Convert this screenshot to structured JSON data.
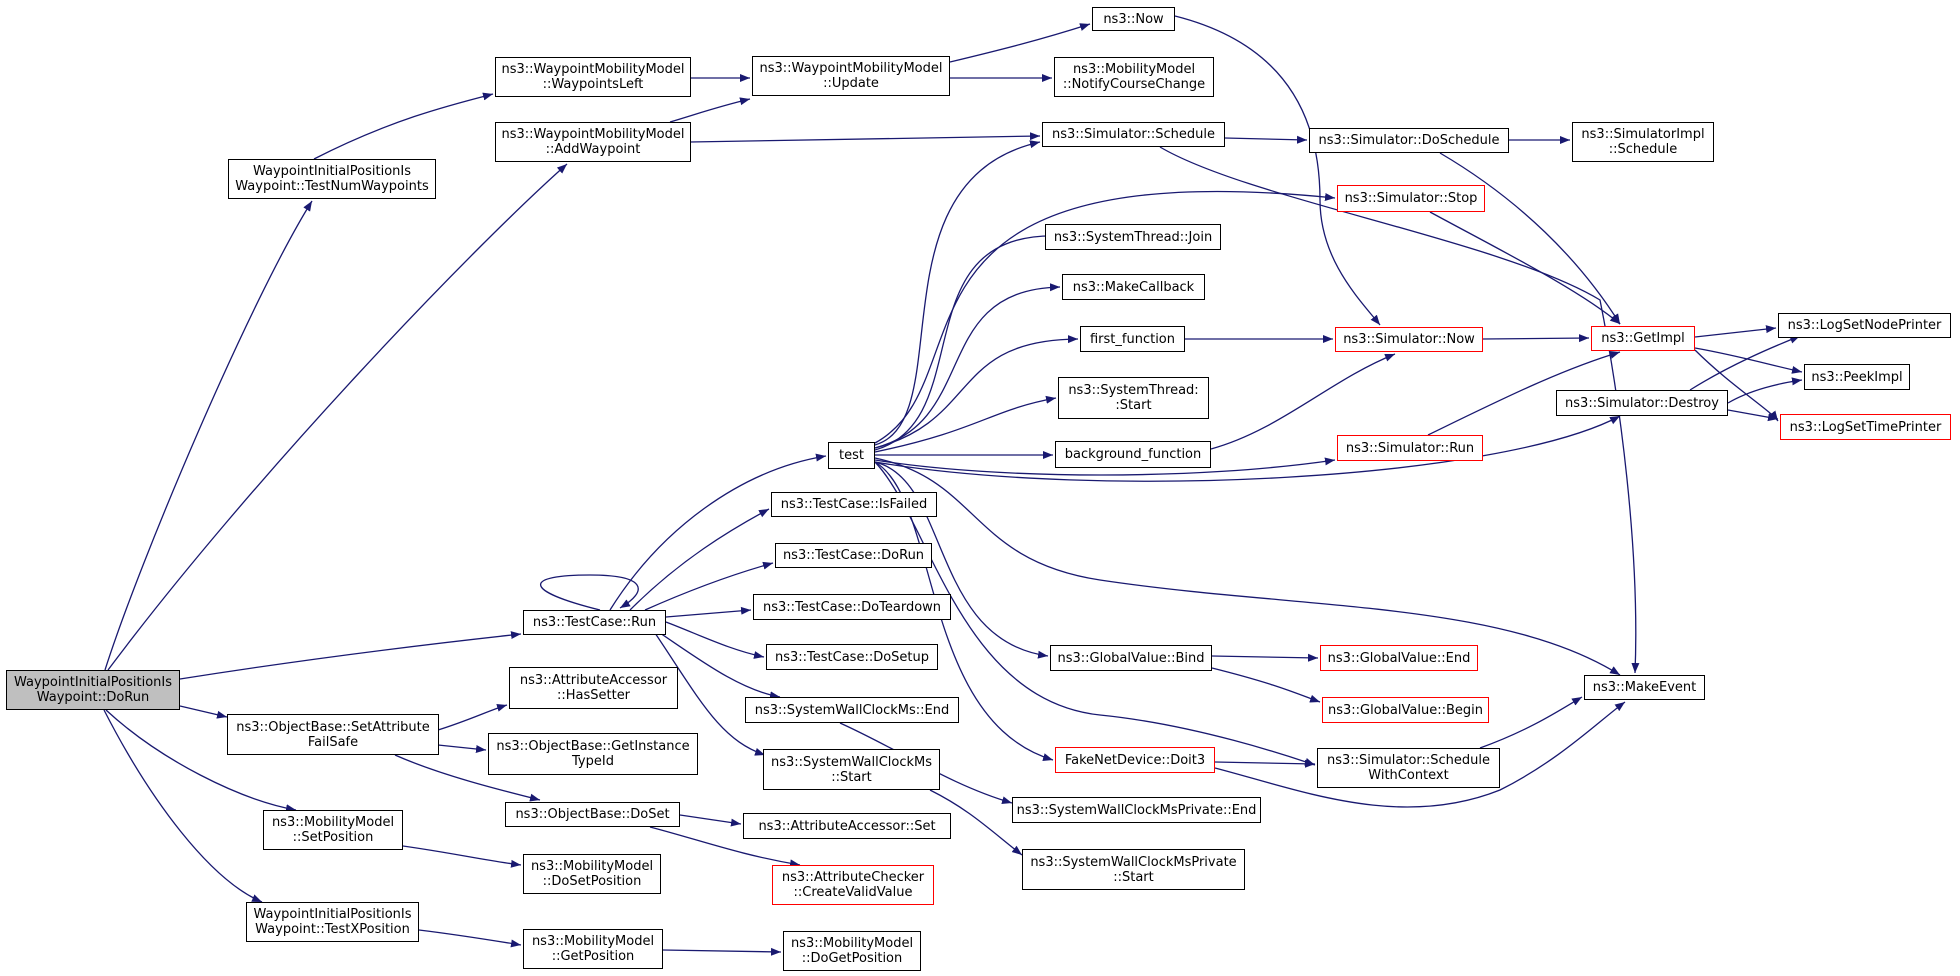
{
  "colors": {
    "edge": "#191970",
    "border": "#000000",
    "red_border": "#ff0000",
    "root_fill": "#bfbfbf"
  },
  "nodes": {
    "root": {
      "lines": [
        "WaypointInitialPositionIs",
        "Waypoint::DoRun"
      ]
    },
    "num_wp": {
      "lines": [
        "WaypointInitialPositionIs",
        "Waypoint::TestNumWaypoints"
      ]
    },
    "wp_left": {
      "lines": [
        "ns3::WaypointMobilityModel",
        "::WaypointsLeft"
      ]
    },
    "add_wp": {
      "lines": [
        "ns3::WaypointMobilityModel",
        "::AddWaypoint"
      ]
    },
    "update": {
      "lines": [
        "ns3::WaypointMobilityModel",
        "::Update"
      ]
    },
    "now": {
      "lines": [
        "ns3::Now"
      ]
    },
    "notify": {
      "lines": [
        "ns3::MobilityModel",
        "::NotifyCourseChange"
      ]
    },
    "schedule": {
      "lines": [
        "ns3::Simulator::Schedule"
      ]
    },
    "doschedule": {
      "lines": [
        "ns3::Simulator::DoSchedule"
      ]
    },
    "impl_sched": {
      "lines": [
        "ns3::SimulatorImpl",
        "::Schedule"
      ]
    },
    "stop": {
      "lines": [
        "ns3::Simulator::Stop"
      ]
    },
    "join": {
      "lines": [
        "ns3::SystemThread::Join"
      ]
    },
    "makecb": {
      "lines": [
        "ns3::MakeCallback"
      ]
    },
    "first": {
      "lines": [
        "first_function"
      ]
    },
    "simnow": {
      "lines": [
        "ns3::Simulator::Now"
      ]
    },
    "getimpl": {
      "lines": [
        "ns3::GetImpl"
      ]
    },
    "nodeprinter": {
      "lines": [
        "ns3::LogSetNodePrinter"
      ]
    },
    "peekimpl": {
      "lines": [
        "ns3::PeekImpl"
      ]
    },
    "timeprinter": {
      "lines": [
        "ns3::LogSetTimePrinter"
      ]
    },
    "destroy": {
      "lines": [
        "ns3::Simulator::Destroy"
      ]
    },
    "thstart": {
      "lines": [
        "ns3::SystemThread:",
        ":Start"
      ]
    },
    "test": {
      "lines": [
        "test"
      ]
    },
    "background": {
      "lines": [
        "background_function"
      ]
    },
    "simrun": {
      "lines": [
        "ns3::Simulator::Run"
      ]
    },
    "isfailed": {
      "lines": [
        "ns3::TestCase::IsFailed"
      ]
    },
    "tcdorun": {
      "lines": [
        "ns3::TestCase::DoRun"
      ]
    },
    "tcrun": {
      "lines": [
        "ns3::TestCase::Run"
      ]
    },
    "teardown": {
      "lines": [
        "ns3::TestCase::DoTeardown"
      ]
    },
    "setup": {
      "lines": [
        "ns3::TestCase::DoSetup"
      ]
    },
    "gvbind": {
      "lines": [
        "ns3::GlobalValue::Bind"
      ]
    },
    "gvend": {
      "lines": [
        "ns3::GlobalValue::End"
      ]
    },
    "gvbegin": {
      "lines": [
        "ns3::GlobalValue::Begin"
      ]
    },
    "makeevent": {
      "lines": [
        "ns3::MakeEvent"
      ]
    },
    "hassetter": {
      "lines": [
        "ns3::AttributeAccessor",
        "::HasSetter"
      ]
    },
    "setattr": {
      "lines": [
        "ns3::ObjectBase::SetAttribute",
        "FailSafe"
      ]
    },
    "getinst": {
      "lines": [
        "ns3::ObjectBase::GetInstance",
        "TypeId"
      ]
    },
    "swcend": {
      "lines": [
        "ns3::SystemWallClockMs::End"
      ]
    },
    "swcstart": {
      "lines": [
        "ns3::SystemWallClockMs",
        "::Start"
      ]
    },
    "doit3": {
      "lines": [
        "FakeNetDevice::Doit3"
      ]
    },
    "swithctx": {
      "lines": [
        "ns3::Simulator::Schedule",
        "WithContext"
      ]
    },
    "privend": {
      "lines": [
        "ns3::SystemWallClockMsPrivate::End"
      ]
    },
    "privstart": {
      "lines": [
        "ns3::SystemWallClockMsPrivate",
        "::Start"
      ]
    },
    "setpos": {
      "lines": [
        "ns3::MobilityModel",
        "::SetPosition"
      ]
    },
    "doset": {
      "lines": [
        "ns3::ObjectBase::DoSet"
      ]
    },
    "accset": {
      "lines": [
        "ns3::AttributeAccessor::Set"
      ]
    },
    "dosetpos": {
      "lines": [
        "ns3::MobilityModel",
        "::DoSetPosition"
      ]
    },
    "createvalid": {
      "lines": [
        "ns3::AttributeChecker",
        "::CreateValidValue"
      ]
    },
    "testx": {
      "lines": [
        "WaypointInitialPositionIs",
        "Waypoint::TestXPosition"
      ]
    },
    "getpos": {
      "lines": [
        "ns3::MobilityModel",
        "::GetPosition"
      ]
    },
    "dogetpos": {
      "lines": [
        "ns3::MobilityModel",
        "::DoGetPosition"
      ]
    }
  }
}
